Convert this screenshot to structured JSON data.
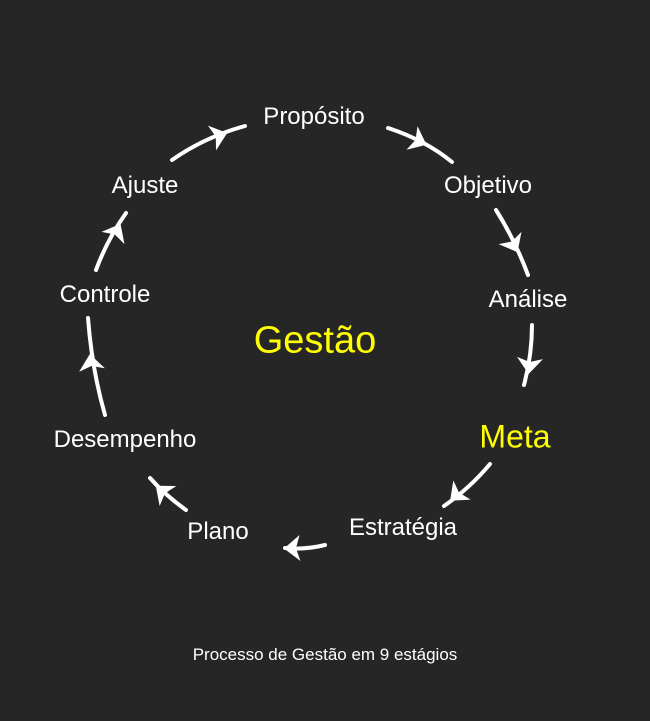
{
  "center_title": "Gestão",
  "stages": [
    "Propósito",
    "Objetivo",
    "Análise",
    "Meta",
    "Estratégia",
    "Plano",
    "Desempenho",
    "Controle",
    "Ajuste"
  ],
  "caption": "Processo de Gestão em 9 estágios",
  "colors": {
    "background": "#262626",
    "text": "#ffffff",
    "highlight": "#ffff00"
  }
}
